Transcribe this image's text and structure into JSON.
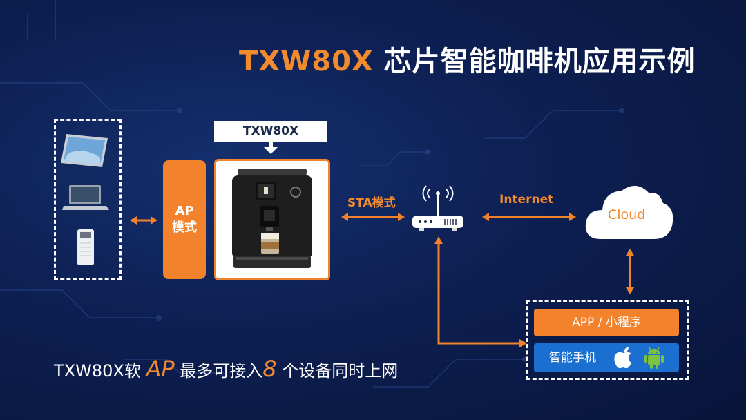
{
  "title": {
    "highlight": "TXW80X",
    "rest": " 芯片智能咖啡机应用示例"
  },
  "chip_tag": "TXW80X",
  "ap_box": {
    "line1": "AP",
    "line2": "模式"
  },
  "sta_label": "STA模式",
  "internet_label": "Internet",
  "cloud_label": "Cloud",
  "app_label": "APP / 小程序",
  "phone_label": "智能手机",
  "bottom": {
    "part1": "TXW80X软 ",
    "ap": "AP",
    "part2": " 最多可接入",
    "num": "8",
    "part3": " 个设备同时上网"
  },
  "colors": {
    "accent": "#f2822c",
    "phone_bg": "#1a6fd0",
    "background": "#0d1f52"
  },
  "icons": [
    "tablet-icon",
    "laptop-icon",
    "air-purifier-icon",
    "coffee-machine-icon",
    "router-icon",
    "cloud-icon",
    "apple-icon",
    "android-icon"
  ]
}
